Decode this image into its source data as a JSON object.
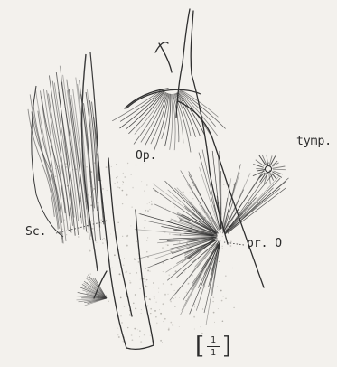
{
  "labels": {
    "op": "Op.",
    "tymp": "tymp.",
    "sc": "Sc.",
    "pro": "pr. O"
  },
  "scale": {
    "numerator": "1",
    "denominator": "1"
  },
  "colors": {
    "paper": "#f3f1ed",
    "ink": "#2a2a2a"
  }
}
